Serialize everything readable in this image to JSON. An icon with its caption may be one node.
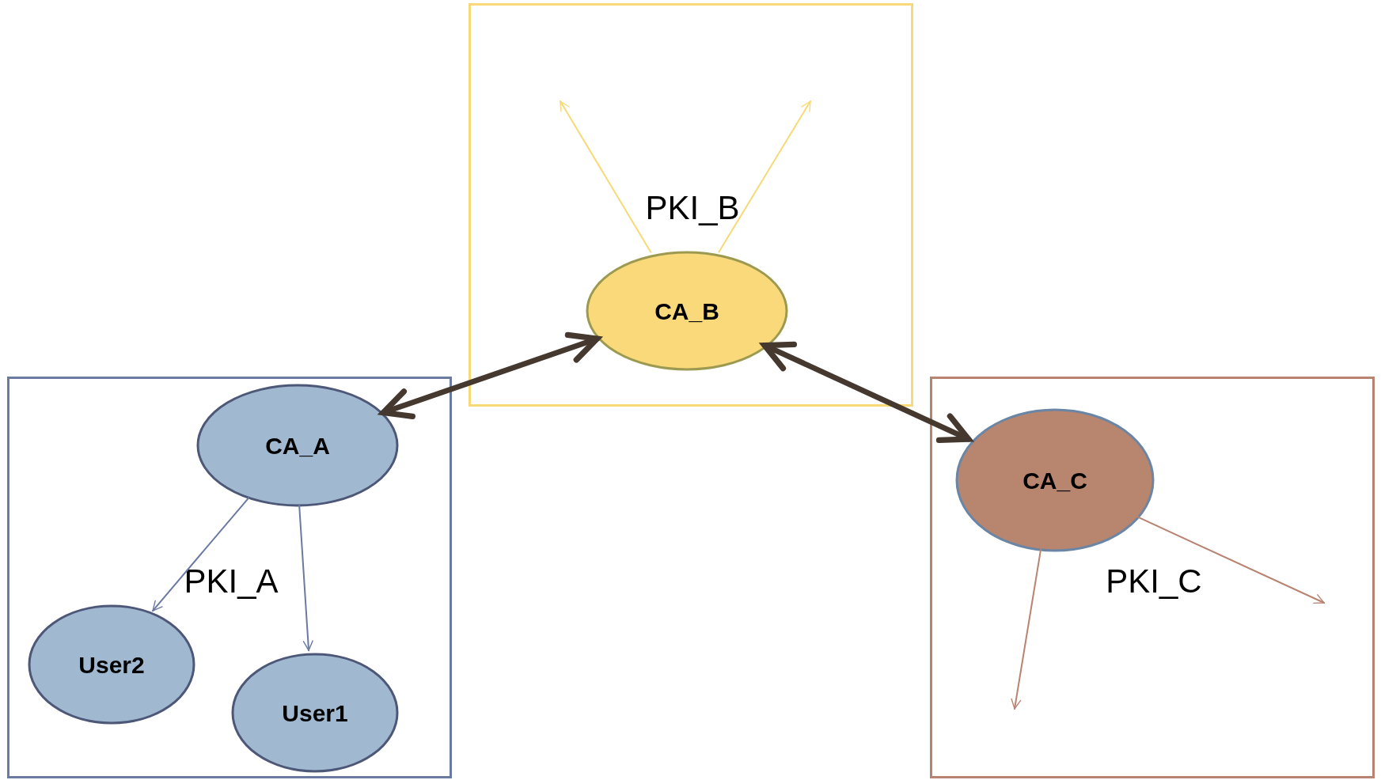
{
  "diagram": {
    "nodes": [
      {
        "text": [
          "PKI_B"
        ]
      },
      {
        "text": [
          "CA_B"
        ],
        "in": 0
      },
      {
        "text": [
          "PKI_A"
        ]
      },
      {
        "text": [
          "CA_A"
        ],
        "in": 2
      },
      {
        "text": [
          "User2"
        ],
        "in": 2
      },
      {
        "text": [
          "User1"
        ],
        "in": 2
      },
      {
        "text": [
          "PKI_C"
        ]
      },
      {
        "text": [
          "CA_C"
        ],
        "in": 6
      }
    ],
    "edges": [
      {
        "from": 1,
        "to": null,
        "arrow": "to",
        "color": "#f8d977"
      },
      {
        "from": 1,
        "to": null,
        "arrow": "to",
        "color": "#f8d977"
      },
      {
        "from": 3,
        "to": 1,
        "arrow": "both",
        "style": "thick",
        "color": "#45392f"
      },
      {
        "from": 1,
        "to": 7,
        "arrow": "both",
        "style": "thick",
        "color": "#45392f"
      },
      {
        "from": 3,
        "to": 4,
        "arrow": "to",
        "color": "#6b7aa1"
      },
      {
        "from": 3,
        "to": 5,
        "arrow": "to",
        "color": "#6b7aa1"
      },
      {
        "from": 7,
        "to": null,
        "arrow": "to",
        "color": "#b98371"
      },
      {
        "from": 7,
        "to": null,
        "arrow": "to",
        "color": "#b98371"
      }
    ]
  }
}
